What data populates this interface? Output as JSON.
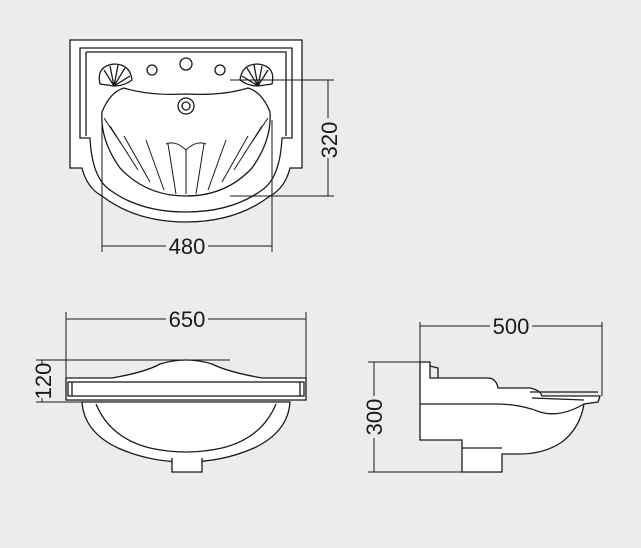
{
  "dimensions": {
    "top_view_depth": "320",
    "top_view_bowl_width": "480",
    "front_view_width": "650",
    "front_view_ledge_height": "120",
    "side_view_depth": "500",
    "side_view_height": "300"
  },
  "colors": {
    "background": "#ececec",
    "outline": "#1a1a1a",
    "fill": "#ffffff"
  }
}
